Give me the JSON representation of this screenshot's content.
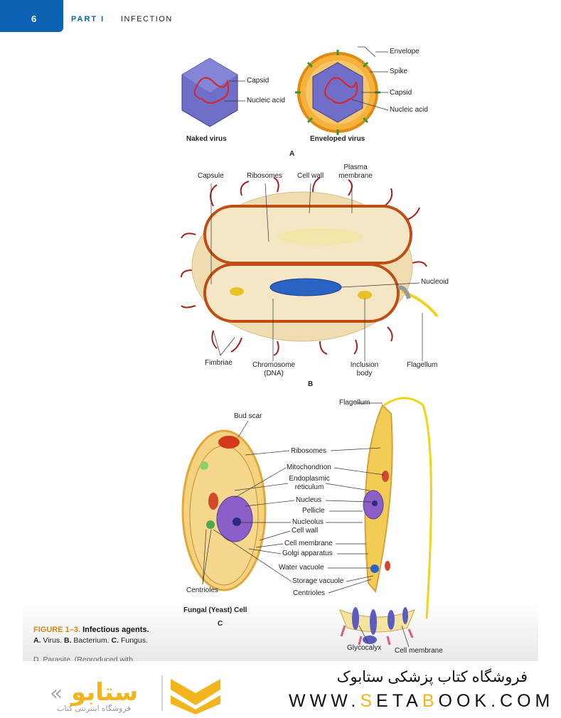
{
  "header": {
    "page_number": "6",
    "part": "PART I",
    "section": "INFECTION"
  },
  "figure": {
    "panel_a": {
      "letter": "A",
      "naked_label": "Naked virus",
      "enveloped_label": "Enveloped virus",
      "naked_capsid": "Capsid",
      "naked_nucleic": "Nucleic acid",
      "envelope": "Envelope",
      "spike": "Spike",
      "capsid": "Capsid",
      "nucleic": "Nucleic acid"
    },
    "panel_b": {
      "letter": "B",
      "capsule": "Capsule",
      "ribosomes": "Ribosomes",
      "cell_wall": "Cell wall",
      "plasma1": "Plasma",
      "plasma2": "membrane",
      "nucleoid": "Nucleoid",
      "fimbriae": "Fimbriae",
      "chromosome1": "Chromosome",
      "chromosome2": "(DNA)",
      "inclusion1": "Inclusion",
      "inclusion2": "body",
      "flagellum": "Flagellum"
    },
    "panel_c": {
      "letter": "C",
      "fungal_label": "Fungal (Yeast) Cell",
      "bud_scar": "Bud scar",
      "flagellum": "Flagellum",
      "ribosomes": "Ribosomes",
      "mitochondrion": "Mitochondrion",
      "er1": "Endoplasmic",
      "er2": "reticulum",
      "nucleus": "Nucleus",
      "pellicle": "Pellicle",
      "nucleolus": "Nucleolus",
      "cell_wall": "Cell wall",
      "cell_membrane": "Cell membrane",
      "golgi": "Golgi apparatus",
      "water_vacuole": "Water vacuole",
      "storage_vacuole": "Storage vacuole",
      "centrioles_left": "Centrioles",
      "centrioles_right": "Centrioles",
      "glycocalyx": "Glycocalyx",
      "cell_membrane2": "Cell membrane"
    },
    "caption": {
      "figure_no": "FIGURE 1–3.",
      "title": "Infectious agents.",
      "a": "A.",
      "a_text": "Virus.",
      "b": "B.",
      "b_text": "Bacterium.",
      "c": "C.",
      "c_text": "Fungus.",
      "d_partial": "D. Parasite. (Reproduced with"
    }
  },
  "footer": {
    "store_fa": "فروشگاه کتاب پزشکی ستابوک",
    "url_pre": "WWW.",
    "url_s": "S",
    "url_mid": "ETA",
    "url_b": "B",
    "url_post": "OOK.COM",
    "logo_fa": "فروشگاه اینترنتی کتاب",
    "logo_word": "ستابوک",
    "colors": {
      "blue": "#0b62b3",
      "gold": "#f2b51d"
    }
  }
}
